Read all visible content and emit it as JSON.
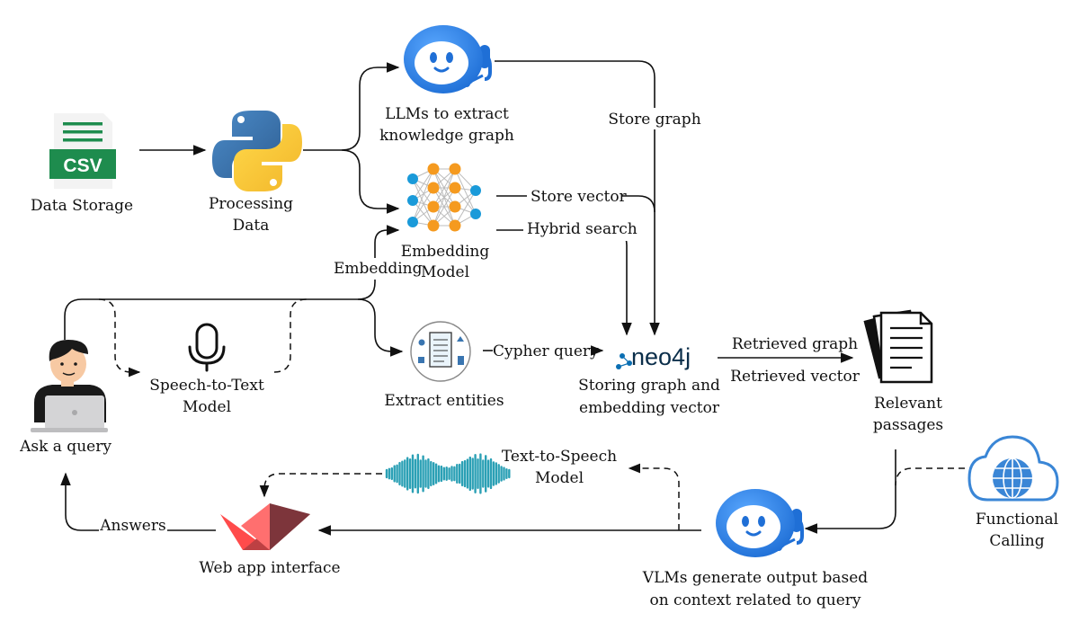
{
  "nodes": {
    "data_storage": {
      "icon": "csv-file-icon",
      "icon_text": "CSV",
      "label": "Data Storage"
    },
    "processing": {
      "icon": "python-logo-icon",
      "label_lines": [
        "Processing",
        "Data"
      ]
    },
    "llm": {
      "icon": "robot-assistant-icon",
      "label_lines": [
        "LLMs to extract",
        "knowledge graph"
      ]
    },
    "embedding": {
      "icon": "neural-network-icon",
      "label_lines": [
        "Embedding",
        "Model"
      ]
    },
    "stt": {
      "icon": "microphone-icon",
      "label_lines": [
        "Speech-to-Text",
        "Model"
      ]
    },
    "user": {
      "icon": "user-at-laptop-icon",
      "label": "Ask a query"
    },
    "extract": {
      "icon": "document-entities-icon",
      "label": "Extract entities"
    },
    "neo4j": {
      "icon": "neo4j-logo-icon",
      "logo_text": "neo4j",
      "label_lines": [
        "Storing graph and",
        "embedding vector"
      ]
    },
    "passages": {
      "icon": "documents-stack-icon",
      "label_lines": [
        "Relevant",
        "passages"
      ]
    },
    "functional": {
      "icon": "cloud-globe-icon",
      "label_lines": [
        "Functional",
        "Calling"
      ]
    },
    "vlm": {
      "icon": "robot-assistant-icon",
      "label_lines": [
        "VLMs generate output based",
        "on context related to query"
      ]
    },
    "tts": {
      "icon": "sound-wave-icon",
      "label_lines": [
        "Text-to-Speech",
        "Model"
      ]
    },
    "webapp": {
      "icon": "streamlit-logo-icon",
      "label": "Web app interface"
    }
  },
  "edges": {
    "store_graph": "Store graph",
    "store_vector": "Store vector",
    "hybrid_search": "Hybrid search",
    "embedding": "Embedding",
    "cypher_query": "Cypher query",
    "retrieved_graph": "Retrieved graph",
    "retrieved_vector": "Retrieved vector",
    "answers": "Answers"
  },
  "colors": {
    "csv_green": "#1e8c4e",
    "python_blue": "#3a75b0",
    "python_yellow": "#f6c93b",
    "robot_blue": "#2f86e8",
    "neuron_orange": "#f59a1f",
    "neuron_blue": "#1a9ad9",
    "wave_teal": "#2ba0b5",
    "streamlit_red": "#ff4b4b",
    "neo4j_blue": "#0b6fb3"
  }
}
